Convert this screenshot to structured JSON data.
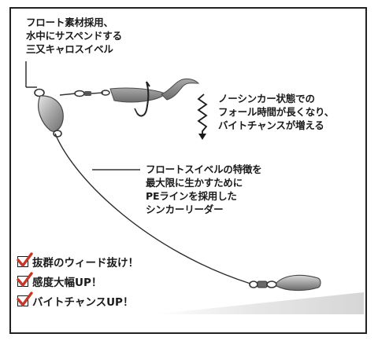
{
  "notes": {
    "top": [
      "フロート素材採用、",
      "水中にサスペンドする",
      "三又キャロスイベル"
    ],
    "right": [
      "ノーシンカー状態での",
      "フォール時間が長くなり、",
      "バイトチャンスが増える"
    ],
    "middle": [
      "フロートスイベルの特徴を",
      "最大限に生かすために",
      "PEラインを採用した",
      "シンカーリーダー"
    ]
  },
  "features": [
    "抜群のウィード抜け！",
    "感度大幅UP！",
    "バイトチャンスUP！"
  ],
  "colors": {
    "check": "#c0392b",
    "line": "#2a2a2a",
    "lure": "#8a8a8a",
    "float": "#b8b8b8",
    "ground": "#e3e3e3"
  },
  "icons": {
    "check": "checkmark-icon",
    "fall": "zigzag-arrow-icon"
  }
}
